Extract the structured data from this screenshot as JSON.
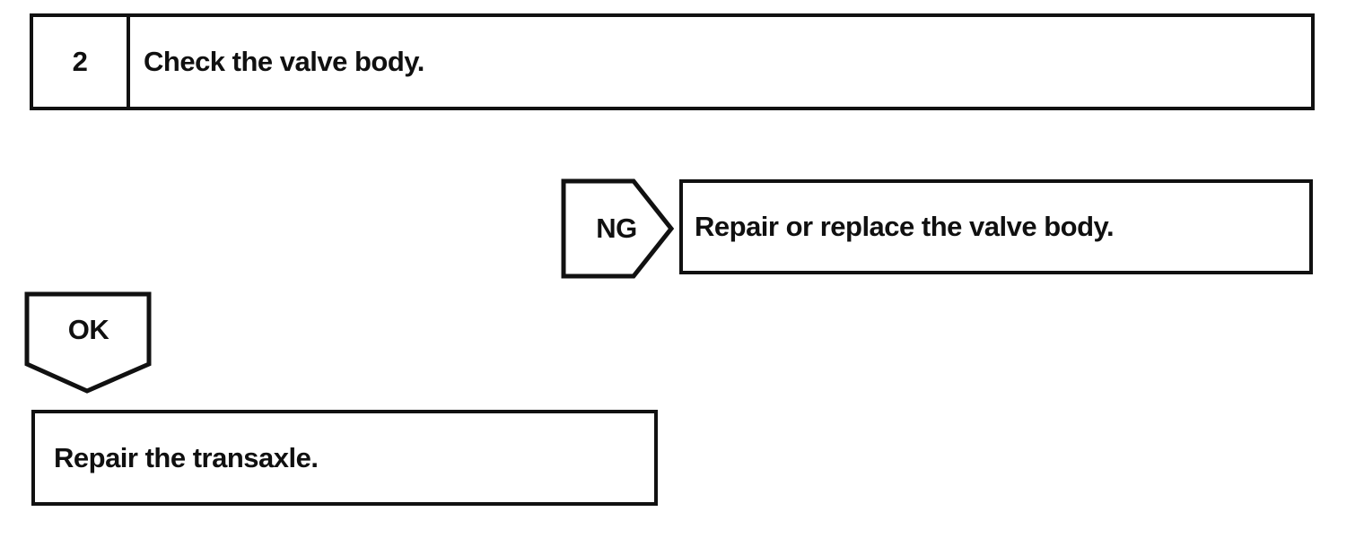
{
  "colors": {
    "ink": "#111111",
    "paper": "#ffffff"
  },
  "flowchart": {
    "step": {
      "number": "2",
      "title": "Check the valve body."
    },
    "ng_branch": {
      "label": "NG",
      "action": "Repair or replace the valve body."
    },
    "ok_branch": {
      "label": "OK",
      "action": "Repair the transaxle."
    }
  }
}
